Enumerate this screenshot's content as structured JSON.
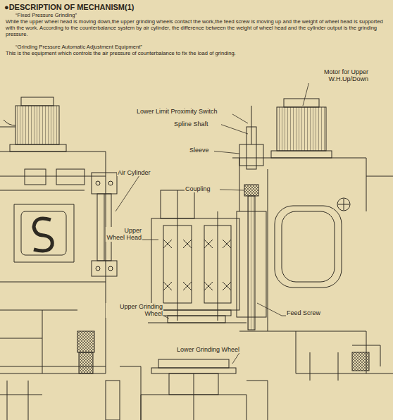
{
  "diagram": {
    "title": "●DESCRIPTION OF MECHANISM(1)",
    "labels": [
      "“Fixed Pressure Grinding”",
      "While the upper wheel head is moving down,the upper grinding wheels contact the work,the feed screw is moving up and the weight of wheel head is supported with the work. According to the counterbalance system by air cylinder, the difference between the weight of wheel head and the cylinder output is the grinding pressure.",
      "“Grinding Pressure Automatic Adjustment Equipment”",
      "This is the equipment which controls the air pressure of counterbalance to fix the load of grinding.",
      "Motor for Upper W.H.Up/Down",
      "Lower Limit Proximity Switch",
      "Spline Shaft",
      "Sleeve",
      "Air Cylinder",
      "Coupling",
      "Upper Wheel Head",
      "Upper Grinding Wheel",
      "Feed Screw",
      "Lower Grinding Wheel"
    ]
  }
}
